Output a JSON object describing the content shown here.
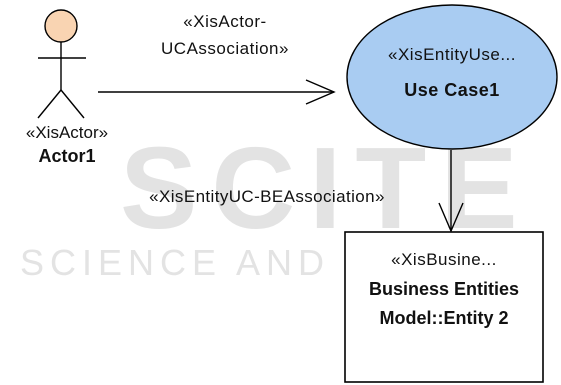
{
  "colors": {
    "actor_head_fill": "#f9d4b2",
    "usecase_fill": "#a9ccf2",
    "line": "#000000",
    "watermark": "#e3e3e3"
  },
  "watermark": {
    "big_text": "SCITE",
    "small_text": "SCIENCE AND TECHNO"
  },
  "actor": {
    "stereotype": "«XisActor»",
    "name": "Actor1"
  },
  "actor_uc_association": {
    "label_line1": "«XisActor-",
    "label_line2": "UCAssociation»"
  },
  "use_case": {
    "stereotype": "«XisEntityUse...",
    "name": "Use Case1"
  },
  "uc_be_association": {
    "label": "«XisEntityUC-BEAssociation»"
  },
  "entity": {
    "stereotype": "«XisBusine...",
    "name_line1": "Business Entities",
    "name_line2": "Model::Entity 2"
  }
}
